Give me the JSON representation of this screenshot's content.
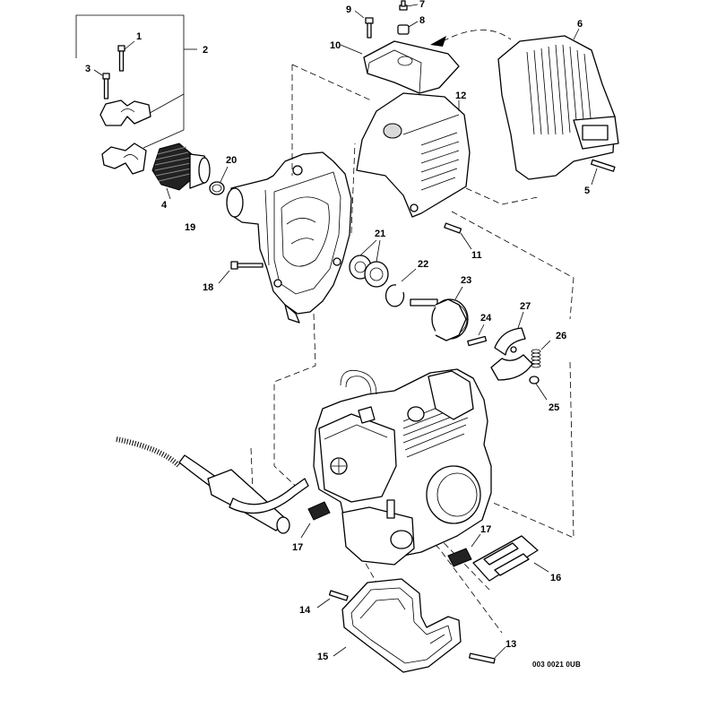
{
  "drawing_code": "003 0021 0UB",
  "labels": [
    {
      "id": "label-1",
      "text": "1"
    },
    {
      "id": "label-2",
      "text": "2"
    },
    {
      "id": "label-3",
      "text": "3"
    },
    {
      "id": "label-4",
      "text": "4"
    },
    {
      "id": "label-5",
      "text": "5"
    },
    {
      "id": "label-6",
      "text": "6"
    },
    {
      "id": "label-7",
      "text": "7"
    },
    {
      "id": "label-8",
      "text": "8"
    },
    {
      "id": "label-9",
      "text": "9"
    },
    {
      "id": "label-10",
      "text": "10"
    },
    {
      "id": "label-11",
      "text": "11"
    },
    {
      "id": "label-12",
      "text": "12"
    },
    {
      "id": "label-13",
      "text": "13"
    },
    {
      "id": "label-14",
      "text": "14"
    },
    {
      "id": "label-15",
      "text": "15"
    },
    {
      "id": "label-16",
      "text": "16"
    },
    {
      "id": "label-17a",
      "text": "17"
    },
    {
      "id": "label-17b",
      "text": "17"
    },
    {
      "id": "label-18",
      "text": "18"
    },
    {
      "id": "label-19",
      "text": "19"
    },
    {
      "id": "label-20",
      "text": "20"
    },
    {
      "id": "label-21",
      "text": "21"
    },
    {
      "id": "label-22",
      "text": "22"
    },
    {
      "id": "label-23",
      "text": "23"
    },
    {
      "id": "label-24",
      "text": "24"
    },
    {
      "id": "label-25",
      "text": "25"
    },
    {
      "id": "label-26",
      "text": "26"
    },
    {
      "id": "label-27",
      "text": "27"
    }
  ]
}
